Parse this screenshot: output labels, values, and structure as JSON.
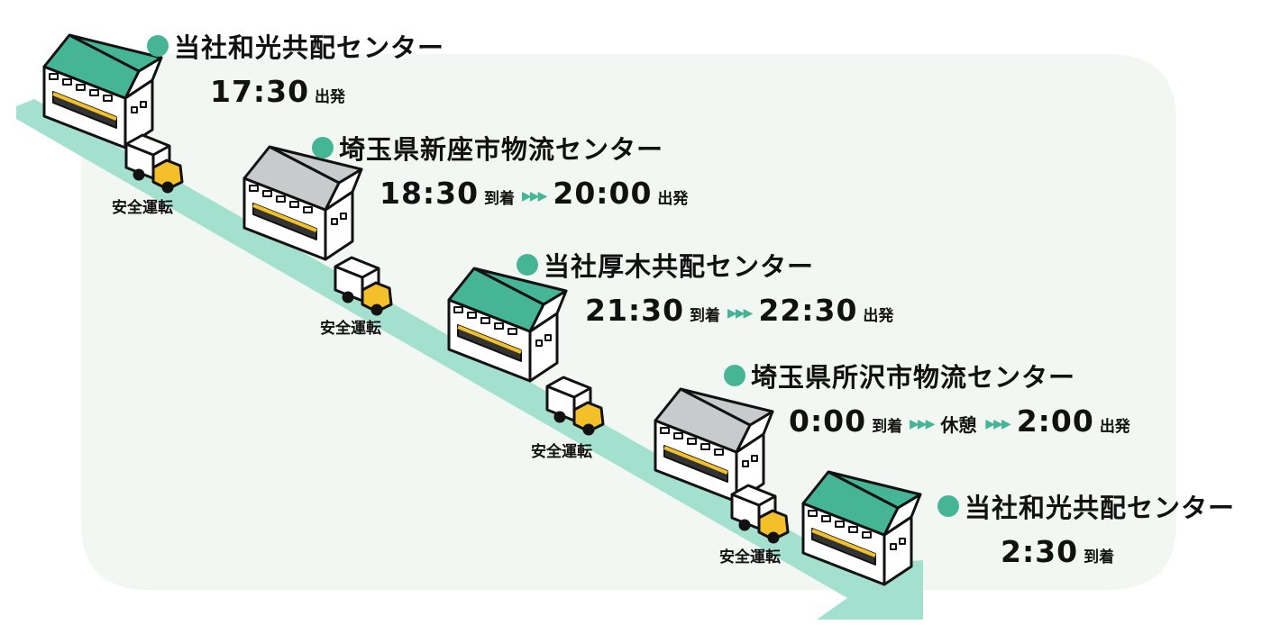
{
  "colors": {
    "background": "#f2f7f4",
    "route": "#a3e0cd",
    "green_roof": "#45b595",
    "gray_roof": "#c8cbcb",
    "dot": "#45b595",
    "arrow_marks": "#45b595",
    "truck_cab": "#f4c02a"
  },
  "stops": [
    {
      "name": "当社和光共配センター",
      "building": "green-warehouse",
      "events": [
        {
          "time": "17:30",
          "label": "出発"
        }
      ]
    },
    {
      "name": "埼玉県新座市物流センター",
      "building": "gray-warehouse",
      "events": [
        {
          "time": "18:30",
          "label": "到着"
        },
        {
          "time": "20:00",
          "label": "出発"
        }
      ]
    },
    {
      "name": "当社厚木共配センター",
      "building": "green-warehouse",
      "events": [
        {
          "time": "21:30",
          "label": "到着"
        },
        {
          "time": "22:30",
          "label": "出発"
        }
      ]
    },
    {
      "name": "埼玉県所沢市物流センター",
      "building": "gray-warehouse",
      "events": [
        {
          "time": "0:00",
          "label": "到着"
        },
        {
          "time": "休憩",
          "label": ""
        },
        {
          "time": "2:00",
          "label": "出発"
        }
      ]
    },
    {
      "name": "当社和光共配センター",
      "building": "green-warehouse",
      "events": [
        {
          "time": "2:30",
          "label": "到着"
        }
      ]
    }
  ],
  "drive_label": "安全運転",
  "arrow_glyph": "▶▶▶",
  "trucks": [
    "truck-icon",
    "truck-icon",
    "truck-icon",
    "truck-icon"
  ]
}
